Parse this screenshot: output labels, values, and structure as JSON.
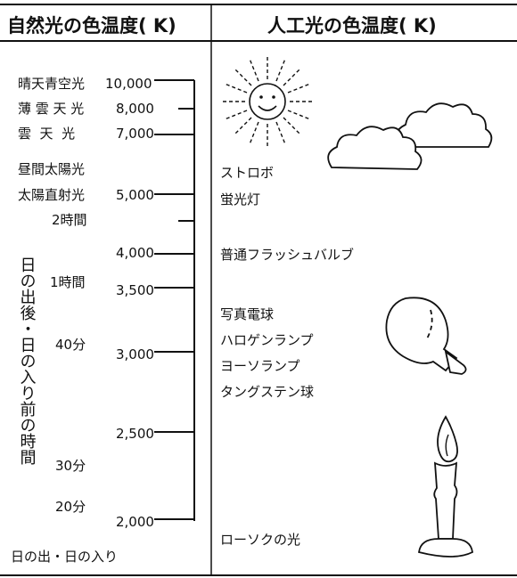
{
  "headers": {
    "natural": "自然光の色温度( K)",
    "artificial": "人工光の色温度( K)"
  },
  "natural_rows": [
    {
      "label": "晴天青空光",
      "value": "10,000"
    },
    {
      "label": "薄 雲 天 光",
      "value": "8,000"
    },
    {
      "label": "雲  天  光",
      "value": "7,000"
    },
    {
      "label": "昼間太陽光",
      "value": ""
    },
    {
      "label": "太陽直射光",
      "value": "5,000"
    },
    {
      "label": "2時間",
      "value": ""
    },
    {
      "label": "",
      "value": "4,000"
    },
    {
      "label": "1時間",
      "value": "3,500"
    },
    {
      "label": "40分",
      "value": "3,000"
    },
    {
      "label": "",
      "value": "2,500"
    },
    {
      "label": "30分",
      "value": ""
    },
    {
      "label": "20分",
      "value": "2,000"
    }
  ],
  "vertical_label": "日の出後・日の入り前の時間",
  "bottom_label": "日の出・日の入り",
  "artificial_labels": [
    "ストロボ",
    "蛍光灯",
    "普通フラッシュバルブ",
    "写真電球",
    "ハロゲンランプ",
    "ヨーソランプ",
    "タングステン球",
    "ローソクの光"
  ],
  "icons": [
    "sun-icon",
    "clouds-icon",
    "light-bulb-icon",
    "candle-icon"
  ]
}
